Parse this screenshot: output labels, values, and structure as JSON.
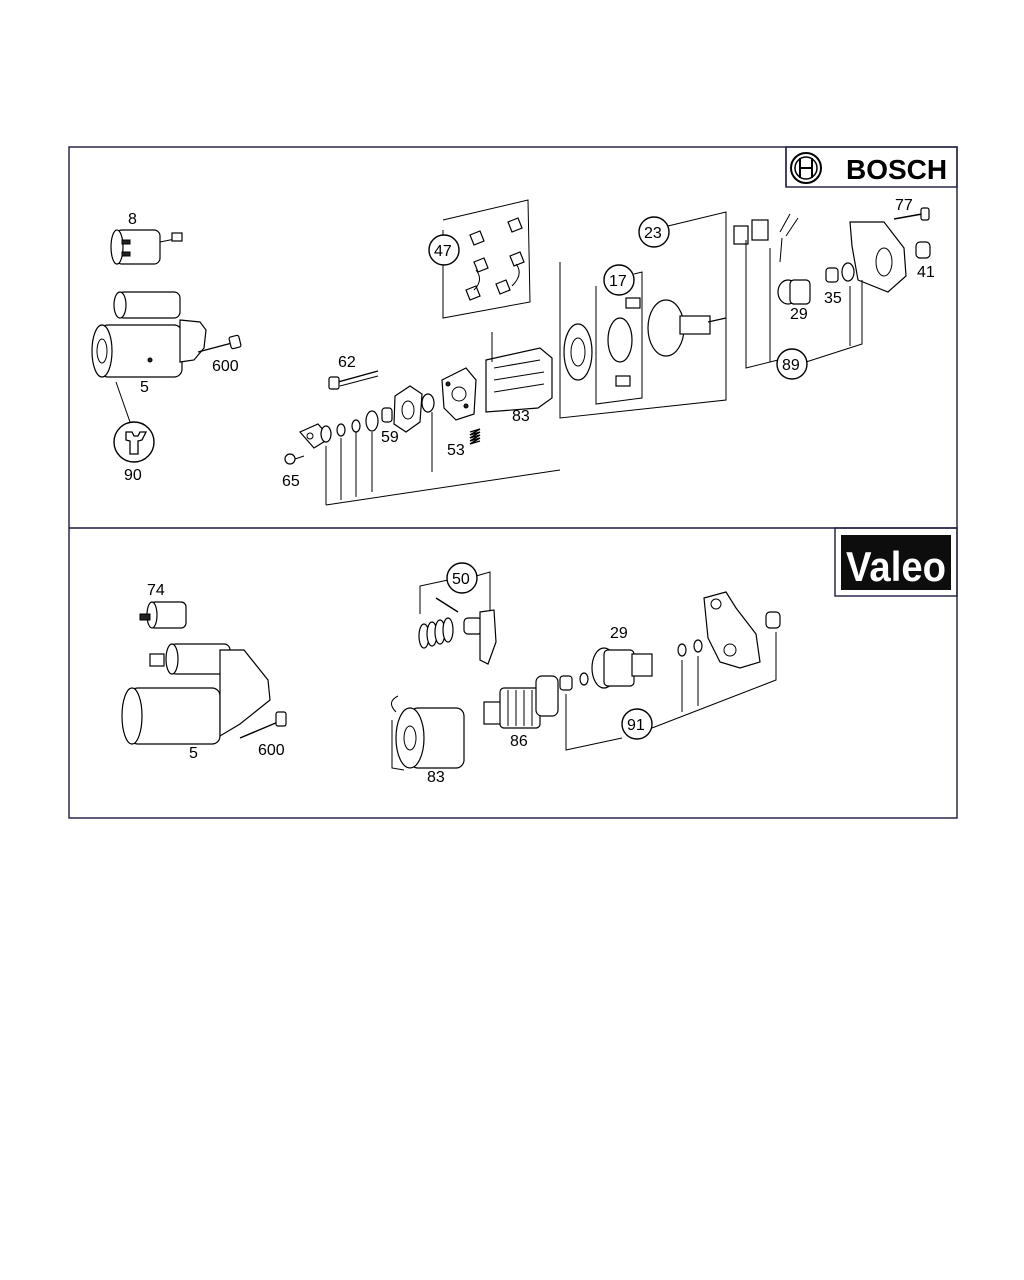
{
  "brands": {
    "top": "BOSCH",
    "bottom": "Valeo"
  },
  "bosch": {
    "labels": {
      "p8": "8",
      "p5": "5",
      "p600": "600",
      "p90": "90",
      "p62": "62",
      "p65": "65",
      "p59": "59",
      "p53": "53",
      "p47": "47",
      "p83": "83",
      "p23": "23",
      "p17": "17",
      "p29": "29",
      "p35": "35",
      "p77": "77",
      "p41": "41",
      "p89": "89"
    }
  },
  "valeo": {
    "labels": {
      "p74": "74",
      "p5": "5",
      "p600": "600",
      "p50": "50",
      "p83": "83",
      "p86": "86",
      "p29": "29",
      "p91": "91"
    }
  },
  "icons": {
    "bosch_logo": "bosch-armature-logo-icon",
    "wrench": "wrench-icon"
  }
}
